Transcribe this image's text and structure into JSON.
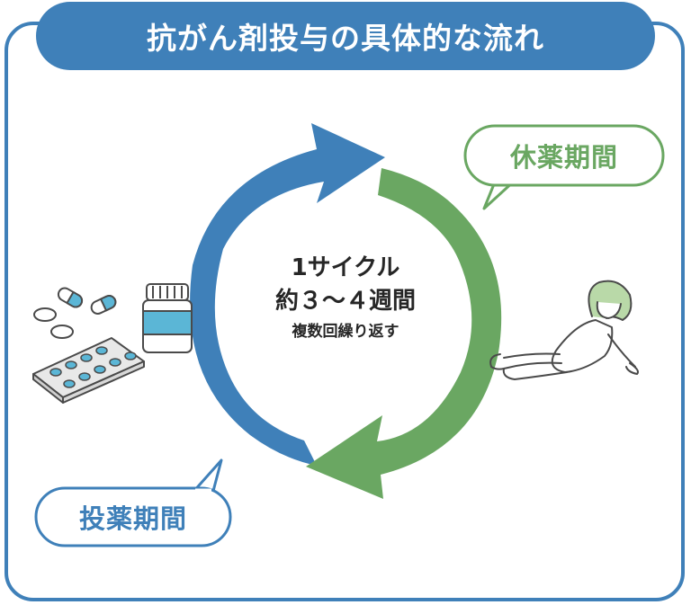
{
  "title": "抗がん剤投与の具体的な流れ",
  "center": {
    "cycle_label": "1サイクル",
    "duration": "約３～４週間",
    "repeat_note": "複数回繰り返す"
  },
  "phases": {
    "rest_label": "休薬期間",
    "dose_label": "投薬期間"
  },
  "colors": {
    "frame": "#3f80b9",
    "dose_arrow": "#3f80b9",
    "rest_arrow": "#6aa762"
  },
  "illustrations": {
    "left": "medicine-pills-icon",
    "right": "resting-person-icon"
  }
}
